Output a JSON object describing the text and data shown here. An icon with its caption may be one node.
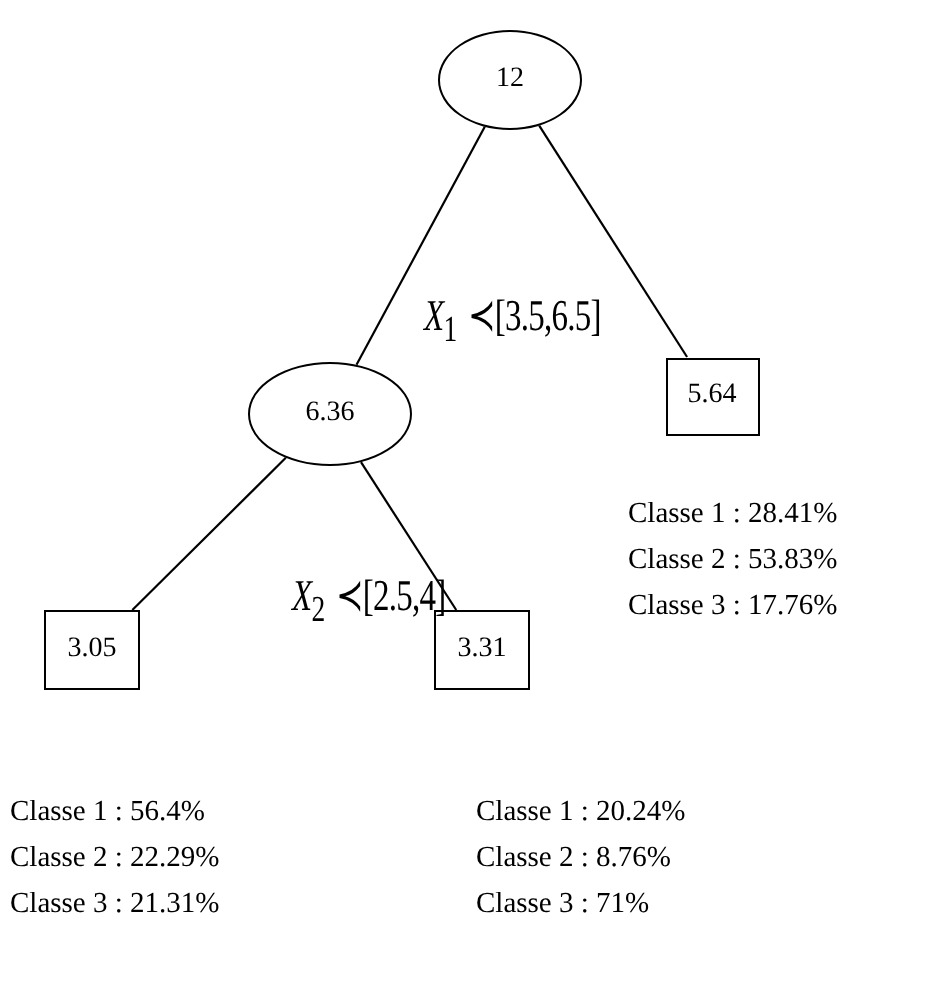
{
  "diagram": {
    "nodes": [
      {
        "text": [
          "12"
        ]
      },
      {
        "text": [
          "6.36"
        ]
      },
      {
        "text": [
          "5.64"
        ],
        "beside": [
          "Classe 1 : 28.41%",
          "Classe 2 : 53.83%",
          "Classe 3 : 17.76%"
        ]
      },
      {
        "text": [
          "3.05"
        ],
        "beside": [
          "Classe 1 : 56.4%",
          "Classe 2 : 22.29%",
          "Classe 3 : 21.31%"
        ]
      },
      {
        "text": [
          "3.31"
        ],
        "beside": [
          "Classe 1 : 20.24%",
          "Classe 2 : 8.76%",
          "Classe 3 : 71%"
        ]
      }
    ],
    "edges": [
      {
        "from": 0,
        "to": 1,
        "arrow": "none"
      },
      {
        "from": 0,
        "to": 2,
        "arrow": "none"
      },
      {
        "from": 1,
        "to": 3,
        "arrow": "none"
      },
      {
        "from": 1,
        "to": 4,
        "arrow": "none"
      }
    ],
    "labels": [
      "*X*$_{1}$ ≺[3.5,6.5]",
      "*X*$_{2}$ ≺[2.5,4]"
    ]
  }
}
